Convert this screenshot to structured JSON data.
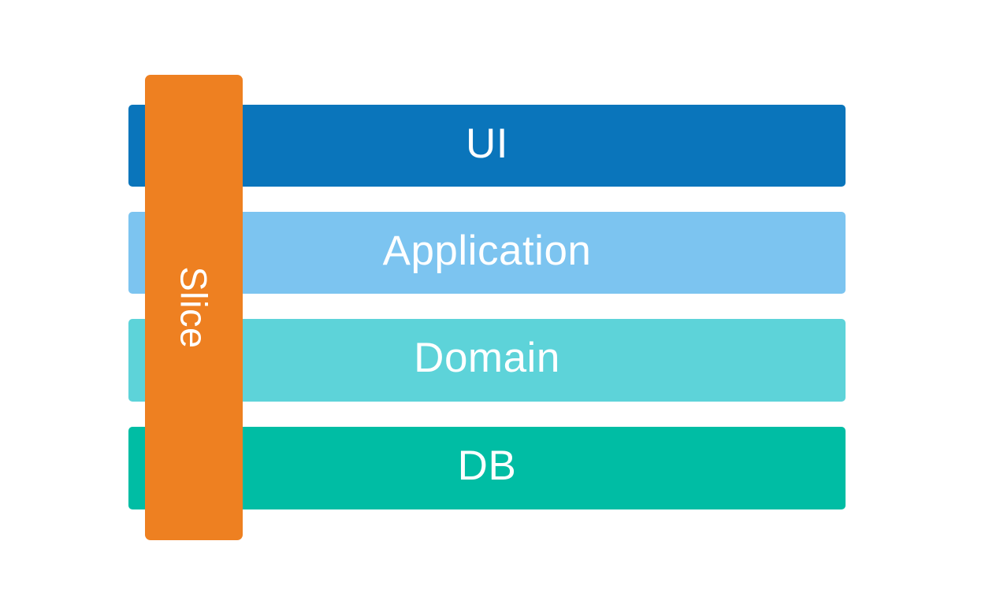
{
  "diagram": {
    "background_color": "#ffffff",
    "text_color": "#ffffff",
    "layers": [
      {
        "label": "UI",
        "color": "#0a75bb"
      },
      {
        "label": "Application",
        "color": "#7cc4f0"
      },
      {
        "label": "Domain",
        "color": "#5dd3d9"
      },
      {
        "label": "DB",
        "color": "#00bda4"
      }
    ],
    "slice": {
      "label": "Slice",
      "color": "#ee8021"
    }
  }
}
